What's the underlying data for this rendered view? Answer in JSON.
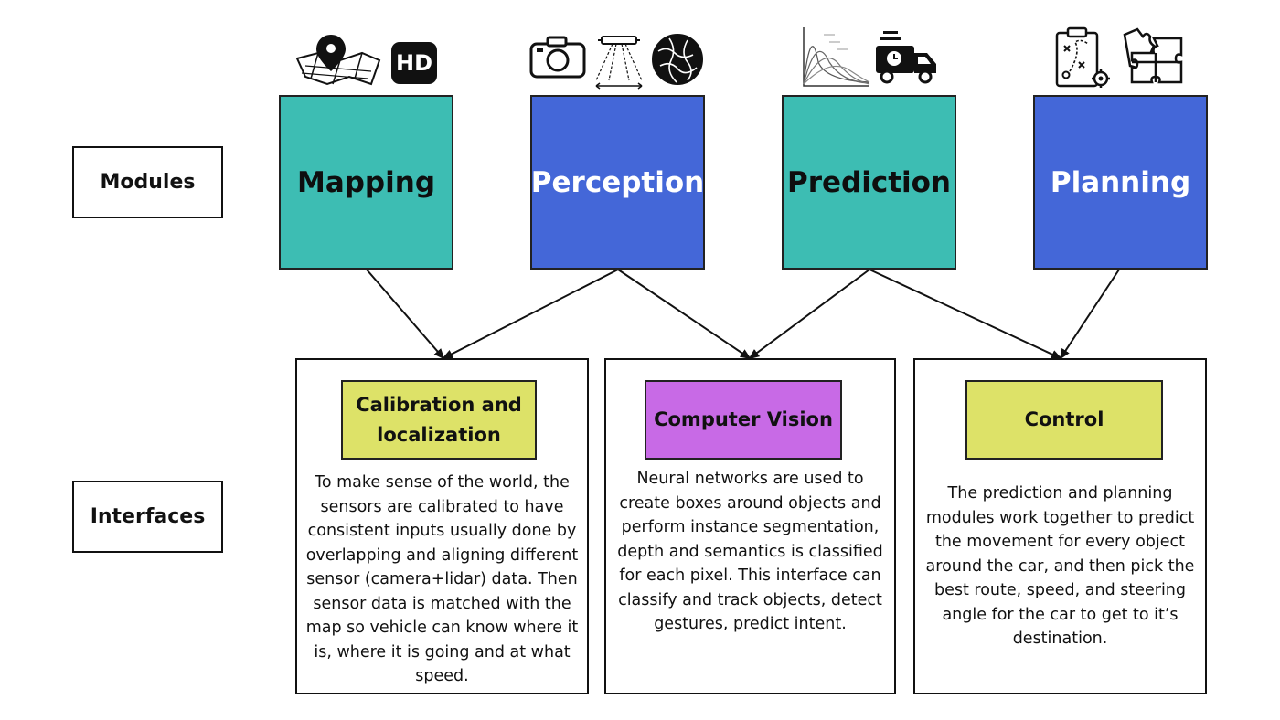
{
  "rows": {
    "modules_label": "Modules",
    "interfaces_label": "Interfaces"
  },
  "modules": [
    {
      "label": "Mapping",
      "color": "#3dbdb3",
      "icons": [
        "map-pin-icon",
        "hd-badge-icon"
      ]
    },
    {
      "label": "Perception",
      "color": "#4467d8",
      "icons": [
        "camera-icon",
        "lidar-sensor-icon",
        "radar-globe-icon"
      ]
    },
    {
      "label": "Prediction",
      "color": "#3dbdb3",
      "icons": [
        "distribution-curves-icon",
        "delivery-truck-icon"
      ]
    },
    {
      "label": "Planning",
      "color": "#4467d8",
      "icons": [
        "strategy-board-icon",
        "puzzle-icon"
      ]
    }
  ],
  "hd_badge_text": "HD",
  "interfaces": [
    {
      "title": "Calibration and localization",
      "color": "#dde268",
      "description": "To make sense of the world, the sensors are calibrated to have consistent inputs usually done by overlapping and aligning different sensor (camera+lidar) data. Then sensor data is matched with the map so vehicle can know where it is, where it is going and at what speed."
    },
    {
      "title": "Computer Vision",
      "color": "#c86ae6",
      "description": "Neural networks are used to create boxes around objects and perform instance segmentation, depth and semantics is classified for each pixel. This interface can classify and track objects, detect gestures, predict intent."
    },
    {
      "title": "Control",
      "color": "#dde268",
      "description": "The prediction and planning modules work together to predict the movement for every object around the car, and then pick the best route, speed, and steering angle for the car to get to it’s destination."
    }
  ],
  "edges": [
    {
      "from": "Mapping",
      "to": "Calibration and localization"
    },
    {
      "from": "Perception",
      "to": "Calibration and localization"
    },
    {
      "from": "Perception",
      "to": "Computer Vision"
    },
    {
      "from": "Prediction",
      "to": "Computer Vision"
    },
    {
      "from": "Prediction",
      "to": "Control"
    },
    {
      "from": "Planning",
      "to": "Control"
    }
  ]
}
